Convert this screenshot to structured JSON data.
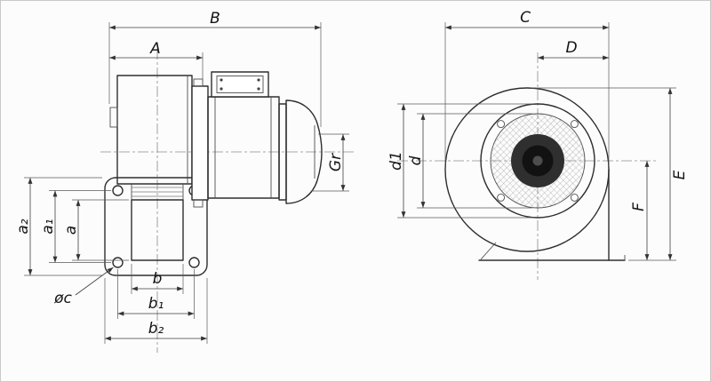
{
  "drawing": {
    "side_view": {
      "dim_B": "B",
      "dim_A": "A",
      "dim_Gr": "Gr",
      "dim_a2": "a₂",
      "dim_a1": "a₁",
      "dim_a": "a",
      "dim_oc": "øc",
      "dim_b": "b",
      "dim_b1": "b₁",
      "dim_b2": "b₂"
    },
    "front_view": {
      "dim_C": "C",
      "dim_D": "D",
      "dim_d1": "d1",
      "dim_d": "d",
      "dim_E": "E",
      "dim_F": "F"
    },
    "colors": {
      "line": "#2e2e2e",
      "dimension_line": "#3f3f3f",
      "background": "#fcfcfc"
    }
  }
}
